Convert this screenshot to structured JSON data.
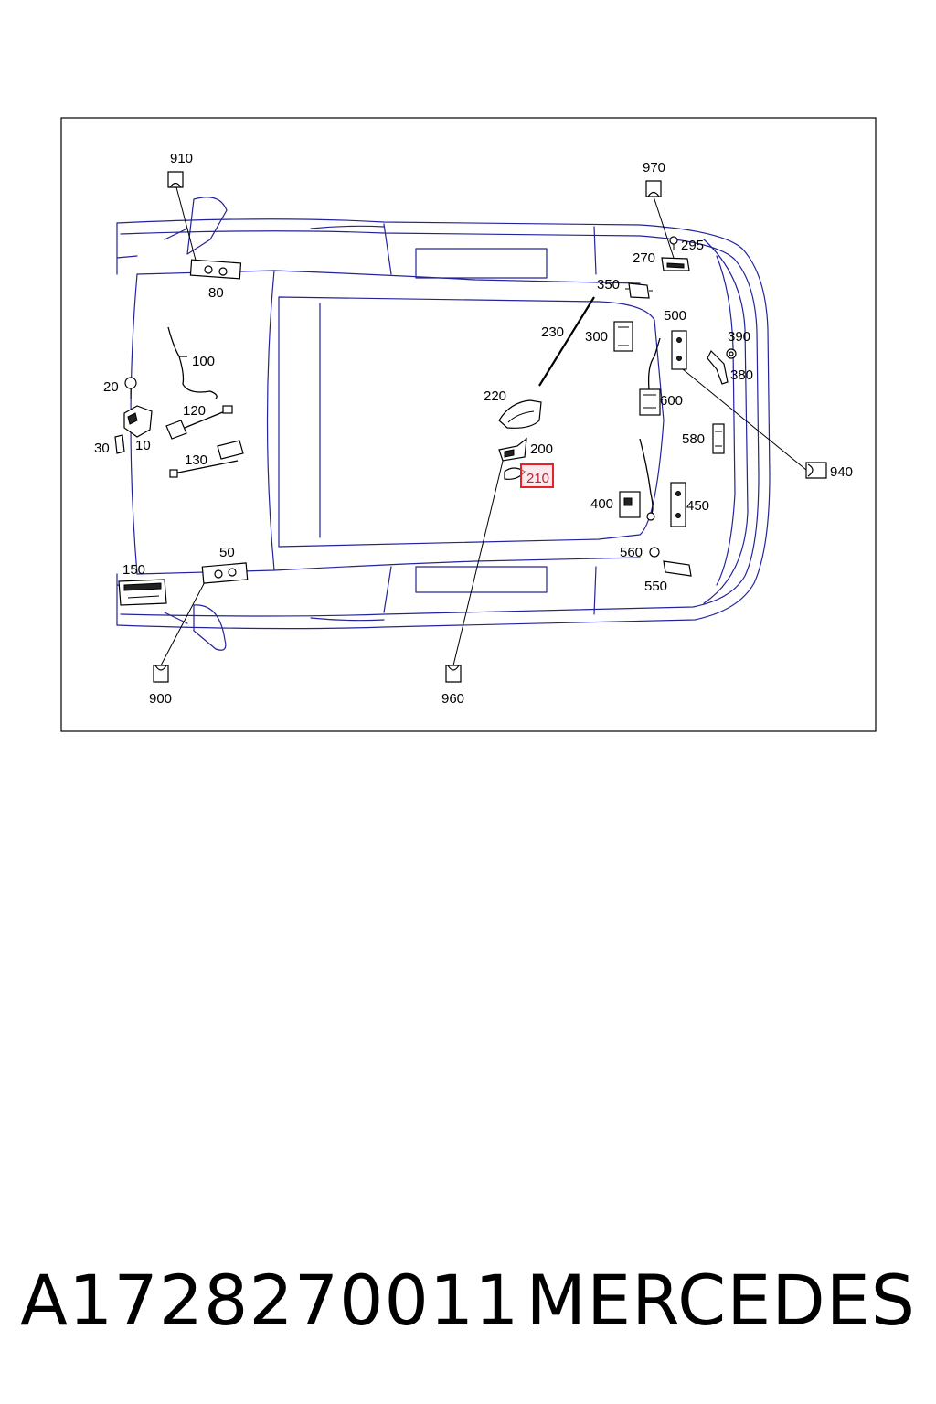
{
  "callouts": {
    "c910": "910",
    "c970": "970",
    "c295": "295",
    "c270": "270",
    "c80": "80",
    "c350": "350",
    "c230": "230",
    "c300": "300",
    "c500": "500",
    "c390": "390",
    "c380": "380",
    "c100": "100",
    "c20": "20",
    "c120": "120",
    "c220": "220",
    "c600": "600",
    "c30": "30",
    "c10": "10",
    "c130": "130",
    "c200": "200",
    "c580": "580",
    "c940": "940",
    "c210": "210",
    "c400": "400",
    "c450": "450",
    "c560": "560",
    "c150": "150",
    "c50": "50",
    "c550": "550",
    "c900": "900",
    "c960": "960"
  },
  "highlight": {
    "label": "210",
    "color": "#e8202a"
  },
  "colors": {
    "car_outline": "#23239a",
    "frame": "#000000"
  },
  "caption": {
    "part_number": "A1728270011",
    "brand": "MERCEDES"
  }
}
